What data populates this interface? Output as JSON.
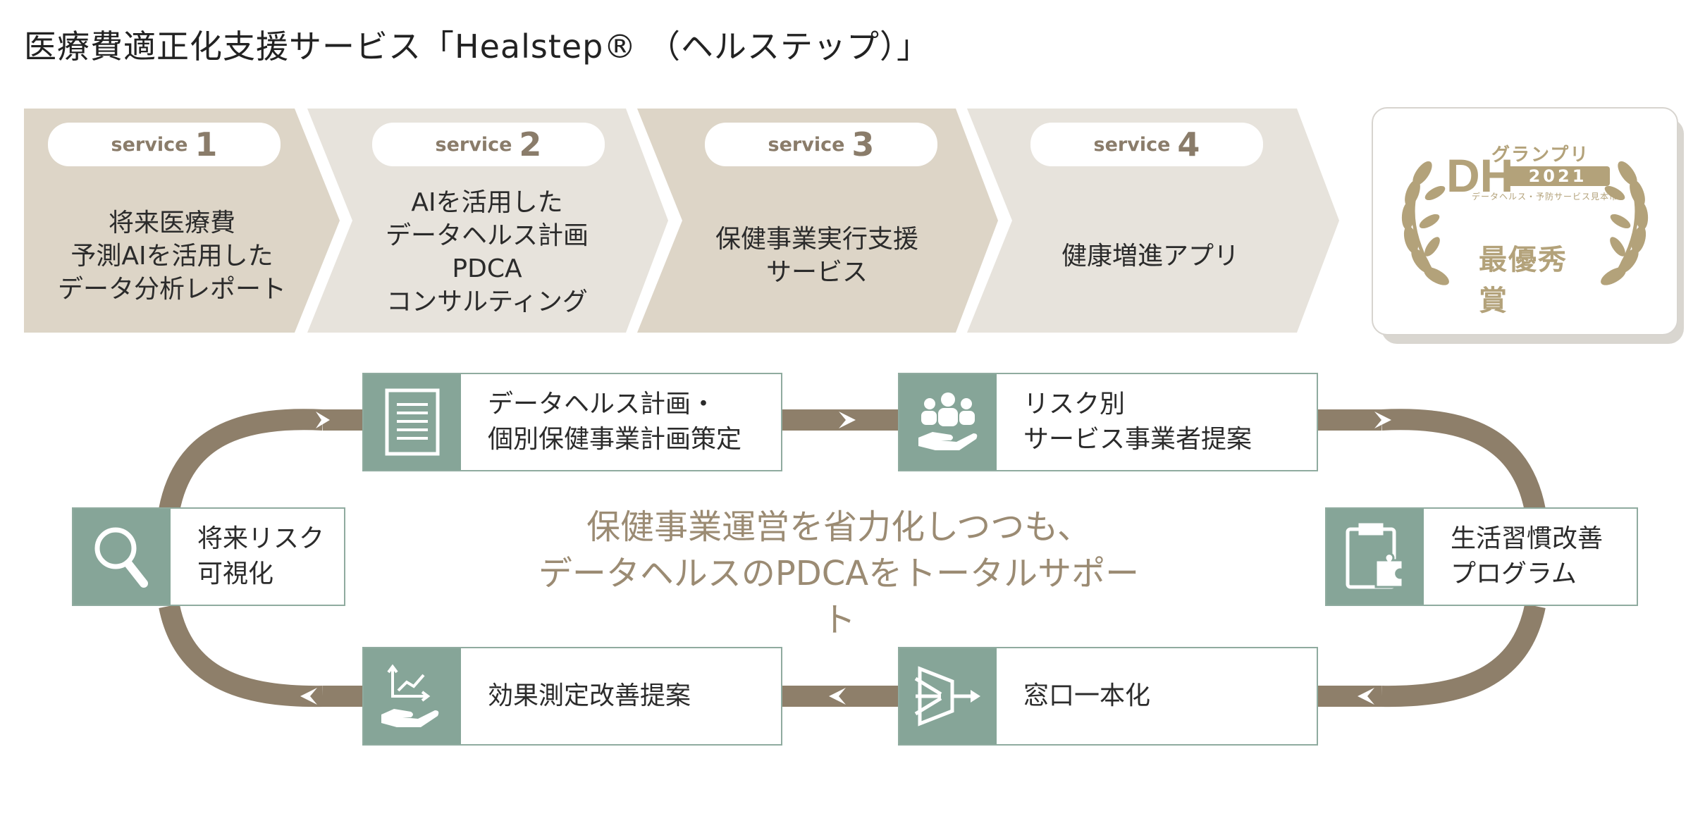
{
  "title": "医療費適正化支援サービス「Healstep® （ヘルステップ）」",
  "services": [
    {
      "word": "service",
      "num": "1",
      "lines": [
        "将来医療費",
        "予測AIを活用した",
        "データ分析レポート"
      ]
    },
    {
      "word": "service",
      "num": "2",
      "lines": [
        "AIを活用した",
        "データヘルス計画",
        "PDCA",
        "コンサルティング"
      ]
    },
    {
      "word": "service",
      "num": "3",
      "lines": [
        "保健事業実行支援",
        "サービス"
      ]
    },
    {
      "word": "service",
      "num": "4",
      "lines": [
        "健康増進アプリ"
      ]
    }
  ],
  "award": {
    "logo": "DH",
    "grandprix": "グランプリ",
    "year": "2021",
    "subtitle": "データヘルス・予防サービス見本市",
    "prize": "最優秀賞"
  },
  "cycle": {
    "center": [
      "保健事業運営を省力化しつつも、",
      "データヘルスのPDCAをトータルサポート"
    ],
    "steps": [
      {
        "lines": [
          "データヘルス計画・",
          "個別保健事業計画策定"
        ],
        "icon": "document-icon"
      },
      {
        "lines": [
          "リスク別",
          "サービス事業者提案"
        ],
        "icon": "people-hand-icon"
      },
      {
        "lines": [
          "生活習慣改善",
          "プログラム"
        ],
        "icon": "clipboard-puzzle-icon"
      },
      {
        "lines": [
          "窓口一本化"
        ],
        "icon": "funnel-arrow-icon"
      },
      {
        "lines": [
          "効果測定改善提案"
        ],
        "icon": "chart-hand-icon"
      },
      {
        "lines": [
          "将来リスク",
          "可視化"
        ],
        "icon": "magnifier-icon"
      }
    ]
  },
  "colors": {
    "chevron_dark": "#ddd5c7",
    "chevron_light": "#e7e3dc",
    "ring": "#8e7f6a",
    "teal": "#86a598",
    "center_text": "#9b8b73",
    "gold": "#b3a27a"
  }
}
